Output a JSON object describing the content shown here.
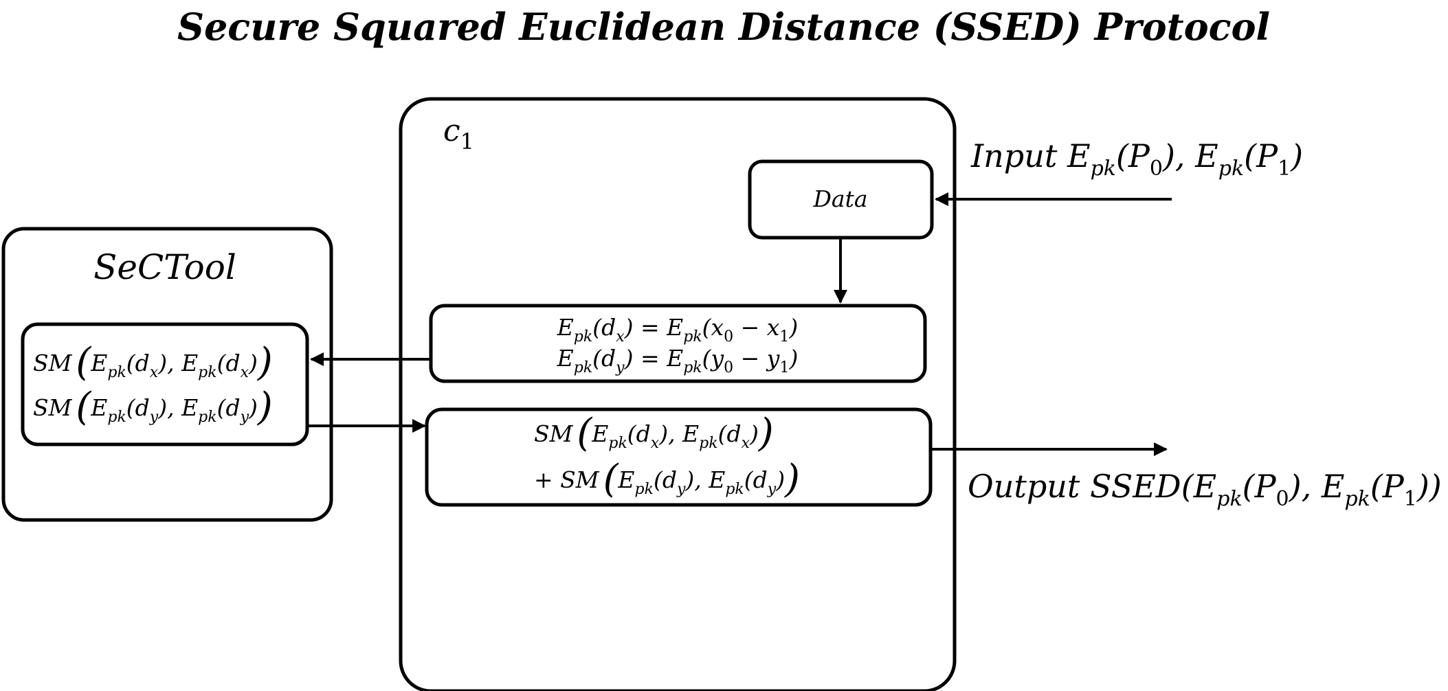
{
  "title": "Secure Squared Euclidean Distance (SSED) Protocol",
  "c1_box": {
    "label_base": "c",
    "label_sub": "1"
  },
  "sectool_box": {
    "title": "SeCTool",
    "line1": {
      "prefix": "SM",
      "a": {
        "E": "E",
        "sub": "pk",
        "arg": "d",
        "arg_sub": "x"
      },
      "b": {
        "E": "E",
        "sub": "pk",
        "arg": "d",
        "arg_sub": "x"
      }
    },
    "line2": {
      "prefix": "SM",
      "a": {
        "E": "E",
        "sub": "pk",
        "arg": "d",
        "arg_sub": "y"
      },
      "b": {
        "E": "E",
        "sub": "pk",
        "arg": "d",
        "arg_sub": "y"
      }
    }
  },
  "data_box": {
    "label": "Data"
  },
  "input": {
    "word": "Input",
    "p0": {
      "E": "E",
      "sub": "pk",
      "P": "P",
      "P_sub": "0"
    },
    "p1": {
      "E": "E",
      "sub": "pk",
      "P": "P",
      "P_sub": "1"
    }
  },
  "diff_box": {
    "line1": {
      "lhs_var": "d",
      "lhs_sub": "x",
      "a": "x",
      "a_sub": "0",
      "b": "x",
      "b_sub": "1"
    },
    "line2": {
      "lhs_var": "d",
      "lhs_sub": "y",
      "a": "y",
      "a_sub": "0",
      "b": "y",
      "b_sub": "1"
    }
  },
  "sum_box": {
    "line1": {
      "prefix": "SM",
      "var": "d",
      "sub": "x"
    },
    "line2": {
      "plus": "+",
      "prefix": "SM",
      "var": "d",
      "sub": "y"
    }
  },
  "output": {
    "word": "Output",
    "fn": "SSED",
    "p0": {
      "E": "E",
      "sub": "pk",
      "P": "P",
      "P_sub": "0"
    },
    "p1": {
      "E": "E",
      "sub": "pk",
      "P": "P",
      "P_sub": "1"
    }
  }
}
